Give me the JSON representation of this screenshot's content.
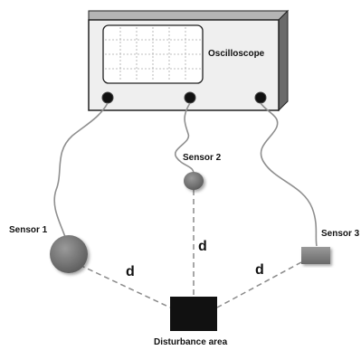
{
  "oscilloscope": {
    "label": "Oscilloscope"
  },
  "sensors": [
    {
      "label": "Sensor 1",
      "shape": "large-circle"
    },
    {
      "label": "Sensor 2",
      "shape": "small-circle"
    },
    {
      "label": "Sensor 3",
      "shape": "rectangle"
    }
  ],
  "distance_labels": [
    "d",
    "d",
    "d"
  ],
  "disturbance": {
    "label": "Disturbance area"
  },
  "colors": {
    "scope_face": "#efefef",
    "scope_side": "#6a6a6a",
    "scope_top": "#b5b5b5",
    "sensor_gray": "#7a7a7a",
    "disturbance": "#111111",
    "dashed_line": "#8a8a8a",
    "cable": "#8f8f8f"
  }
}
